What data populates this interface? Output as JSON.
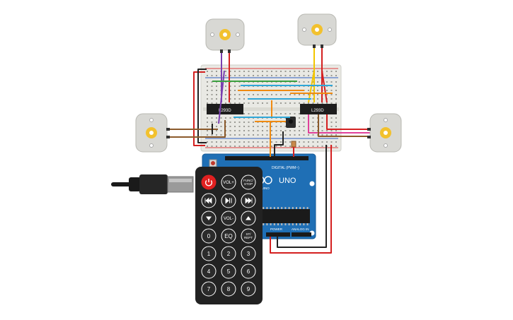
{
  "breadboard": {
    "chip_left_label": "L293D",
    "chip_right_label": "L293D"
  },
  "arduino": {
    "logo_text": "UNO",
    "brand_text": "ARDUINO",
    "digital_label": "DIGITAL (PWM~)",
    "power_label": "POWER",
    "analog_label": "ANALOG IN"
  },
  "remote": {
    "buttons": [
      {
        "label": "",
        "icon": "power-icon"
      },
      {
        "label": "VOL+",
        "icon": ""
      },
      {
        "label": "FUNC/ STOP",
        "icon": ""
      },
      {
        "label": "",
        "icon": "rewind-icon"
      },
      {
        "label": "",
        "icon": "play-pause-icon"
      },
      {
        "label": "",
        "icon": "fast-forward-icon"
      },
      {
        "label": "",
        "icon": "down-arrow-icon"
      },
      {
        "label": "VOL-",
        "icon": ""
      },
      {
        "label": "",
        "icon": "up-arrow-icon"
      },
      {
        "label": "0",
        "icon": ""
      },
      {
        "label": "EQ",
        "icon": ""
      },
      {
        "label": "ST/ REPT",
        "icon": ""
      },
      {
        "label": "1",
        "icon": ""
      },
      {
        "label": "2",
        "icon": ""
      },
      {
        "label": "3",
        "icon": ""
      },
      {
        "label": "4",
        "icon": ""
      },
      {
        "label": "5",
        "icon": ""
      },
      {
        "label": "6",
        "icon": ""
      },
      {
        "label": "7",
        "icon": ""
      },
      {
        "label": "8",
        "icon": ""
      },
      {
        "label": "9",
        "icon": ""
      }
    ]
  },
  "colors": {
    "arduino_blue": "#1f6fb5",
    "breadboard": "#e9e9e4",
    "motor_body": "#d8d8d4",
    "motor_hub": "#f2c12e",
    "remote_body": "#222222",
    "power_red": "#e02020",
    "wire_red": "#d42020",
    "wire_black": "#222222",
    "wire_yellow": "#f2c500",
    "wire_purple": "#7a3fb0",
    "wire_brown": "#8b5a2b",
    "wire_orange": "#f08a10",
    "wire_blue": "#2fa7d8",
    "wire_green": "#3aa040",
    "wire_pink": "#e0409a"
  }
}
